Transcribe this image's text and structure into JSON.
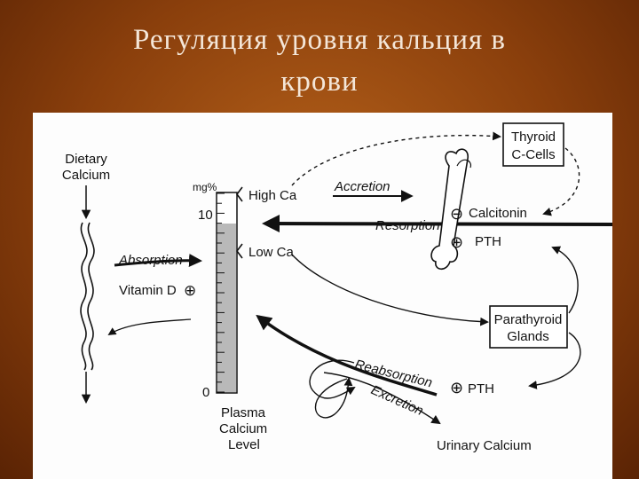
{
  "slide": {
    "title_line1": "Регуляция уровня кальция в",
    "title_line2": "крови"
  },
  "diagram": {
    "dietary_calcium_1": "Dietary",
    "dietary_calcium_2": "Calcium",
    "absorption": "Absorption",
    "vitamin_d": "Vitamin D",
    "unit": "mg%",
    "scale_max": "10",
    "scale_min": "0",
    "high_ca": "High Ca",
    "low_ca": "Low Ca",
    "accretion": "Accretion",
    "resorption": "Resorption",
    "calcitonin": "Calcitonin",
    "pth_bone": "PTH",
    "thyroid_1": "Thyroid",
    "thyroid_2": "C-Cells",
    "parathyroid_1": "Parathyroid",
    "parathyroid_2": "Glands",
    "reabsorption": "Reabsorption",
    "pth_kidney": "PTH",
    "excretion": "Excretion",
    "urinary_calcium": "Urinary Calcium",
    "plasma_1": "Plasma",
    "plasma_2": "Calcium",
    "plasma_3": "Level",
    "plus_sign": "⊕",
    "minus_sign": "⊖",
    "calcium_fill_fraction": 0.85
  }
}
